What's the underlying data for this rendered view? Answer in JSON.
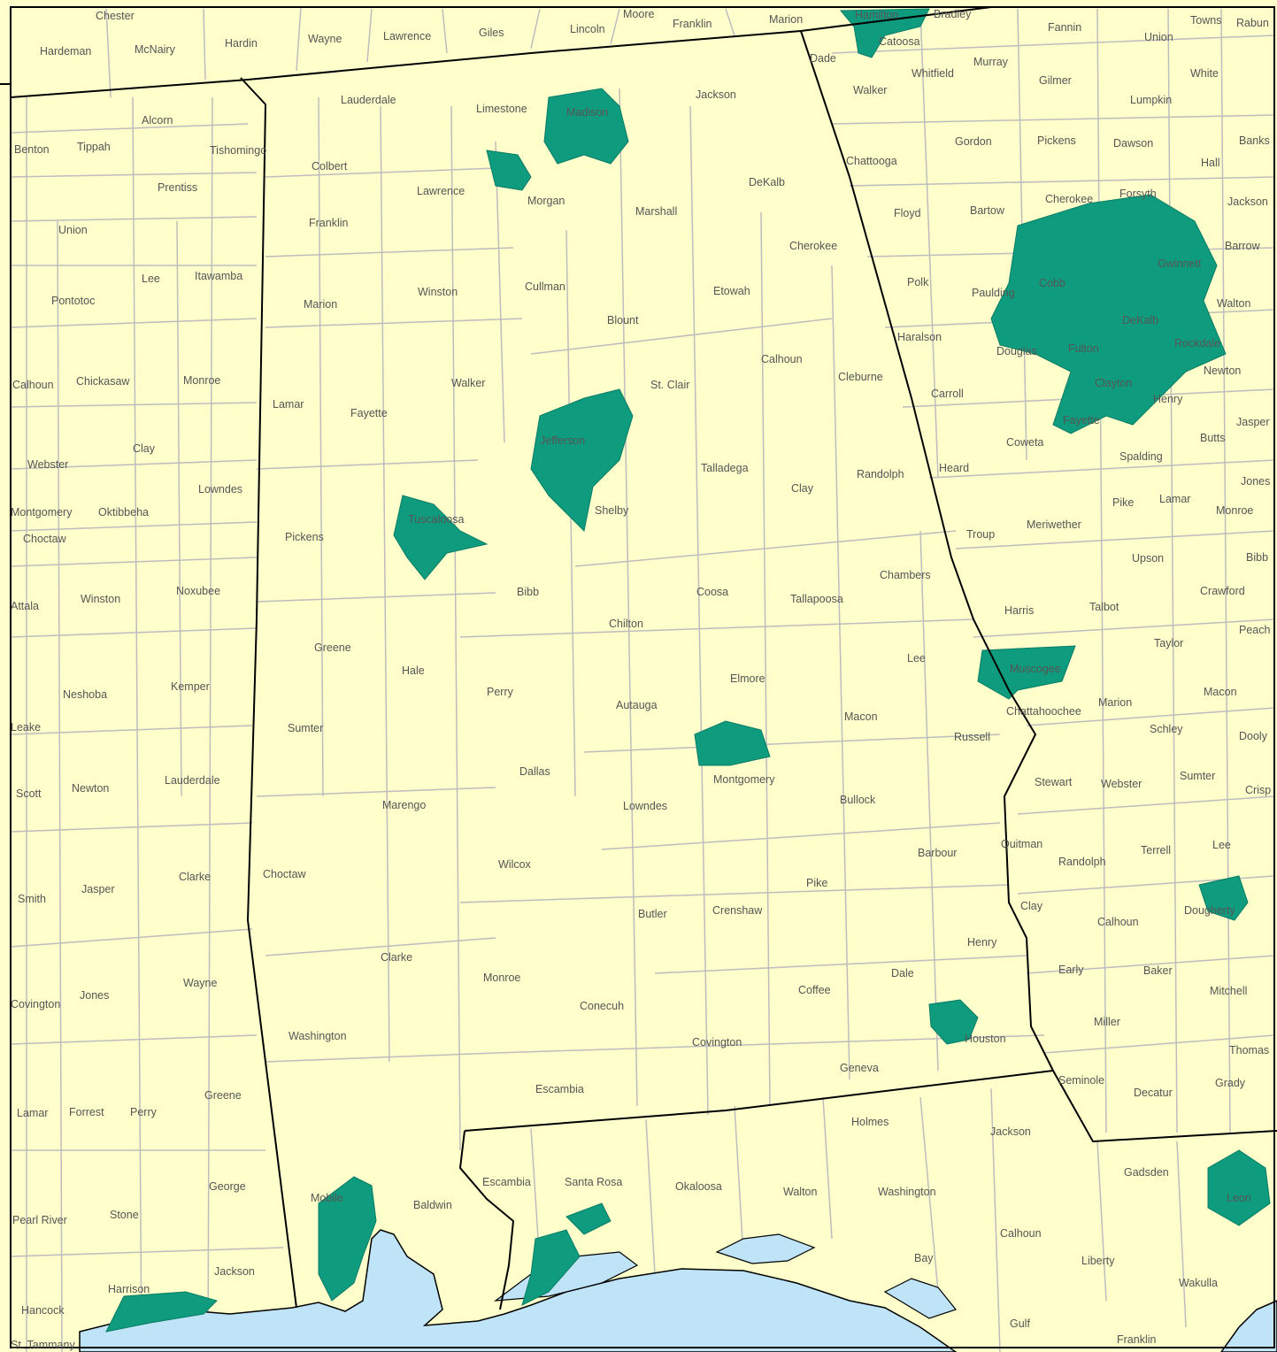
{
  "colors": {
    "land": "#ffffcc",
    "water": "#bfe3f7",
    "urban": "#0f9b7e",
    "county_border": "#bdbdbd",
    "state_border": "#000000",
    "label": "#555555"
  },
  "labels": {
    "tennessee": [
      "Chester",
      "Hardeman",
      "McNairy",
      "Hardin",
      "Wayne",
      "Lawrence",
      "Giles",
      "Lincoln",
      "Moore",
      "Franklin",
      "Marion",
      "Hamilton",
      "Bradley"
    ],
    "alabama": [
      "Lauderdale",
      "Limestone",
      "Madison",
      "Jackson",
      "Colbert",
      "Lawrence",
      "Morgan",
      "Marshall",
      "DeKalb",
      "Franklin",
      "Cherokee",
      "Marion",
      "Winston",
      "Cullman",
      "Etowah",
      "Blount",
      "Calhoun",
      "Lamar",
      "Walker",
      "St. Clair",
      "Cleburne",
      "Fayette",
      "Jefferson",
      "Talladega",
      "Randolph",
      "Clay",
      "Tuscaloosa",
      "Shelby",
      "Pickens",
      "Bibb",
      "Coosa",
      "Tallapoosa",
      "Chambers",
      "Greene",
      "Chilton",
      "Hale",
      "Perry",
      "Autauga",
      "Elmore",
      "Lee",
      "Macon",
      "Sumter",
      "Russell",
      "Dallas",
      "Montgomery",
      "Bullock",
      "Marengo",
      "Lowndes",
      "Barbour",
      "Wilcox",
      "Choctaw",
      "Pike",
      "Butler",
      "Crenshaw",
      "Clarke",
      "Henry",
      "Monroe",
      "Coffee",
      "Dale",
      "Conecuh",
      "Washington",
      "Covington",
      "Houston",
      "Geneva",
      "Escambia",
      "Mobile",
      "Baldwin"
    ],
    "mississippi": [
      "Alcorn",
      "Benton",
      "Tippah",
      "Tishomingo",
      "Prentiss",
      "Union",
      "Lee",
      "Itawamba",
      "Pontotoc",
      "Calhoun",
      "Chickasaw",
      "Monroe",
      "Clay",
      "Webster",
      "Lowndes",
      "Montgomery",
      "Oktibbeha",
      "Choctaw",
      "Winston",
      "Noxubee",
      "Attala",
      "Neshoba",
      "Kemper",
      "Leake",
      "Scott",
      "Newton",
      "Lauderdale",
      "Smith",
      "Jasper",
      "Clarke",
      "Covington",
      "Jones",
      "Wayne",
      "Lamar",
      "Forrest",
      "Perry",
      "Greene",
      "Pearl River",
      "Stone",
      "George",
      "Harrison",
      "Jackson",
      "Hancock",
      "St. Tammany"
    ],
    "georgia": [
      "Dade",
      "Catoosa",
      "Whitfield",
      "Murray",
      "Fannin",
      "Union",
      "Towns",
      "Rabun",
      "Walker",
      "Gilmer",
      "White",
      "Lumpkin",
      "Chattooga",
      "Gordon",
      "Pickens",
      "Dawson",
      "Banks",
      "Hall",
      "Floyd",
      "Bartow",
      "Cherokee",
      "Forsyth",
      "Jackson",
      "Barrow",
      "Gwinnett",
      "Cobb",
      "Polk",
      "Paulding",
      "Walton",
      "DeKalb",
      "Haralson",
      "Douglas",
      "Fulton",
      "Rockdale",
      "Newton",
      "Carroll",
      "Clayton",
      "Henry",
      "Jasper",
      "Coweta",
      "Fayette",
      "Butts",
      "Heard",
      "Spalding",
      "Jones",
      "Pike",
      "Lamar",
      "Monroe",
      "Troup",
      "Meriwether",
      "Upson",
      "Bibb",
      "Crawford",
      "Harris",
      "Talbot",
      "Peach",
      "Taylor",
      "Muscogee",
      "Macon",
      "Marion",
      "Chattahoochee",
      "Schley",
      "Dooly",
      "Stewart",
      "Webster",
      "Sumter",
      "Crisp",
      "Quitman",
      "Randolph",
      "Terrell",
      "Lee",
      "Clay",
      "Calhoun",
      "Dougherty",
      "Early",
      "Baker",
      "Mitchell",
      "Miller",
      "Thomas",
      "Seminole",
      "Decatur",
      "Grady"
    ],
    "florida": [
      "Holmes",
      "Jackson",
      "Escambia",
      "Santa Rosa",
      "Okaloosa",
      "Walton",
      "Washington",
      "Gadsden",
      "Leon",
      "Calhoun",
      "Bay",
      "Liberty",
      "Wakulla",
      "Gulf",
      "Franklin"
    ]
  }
}
